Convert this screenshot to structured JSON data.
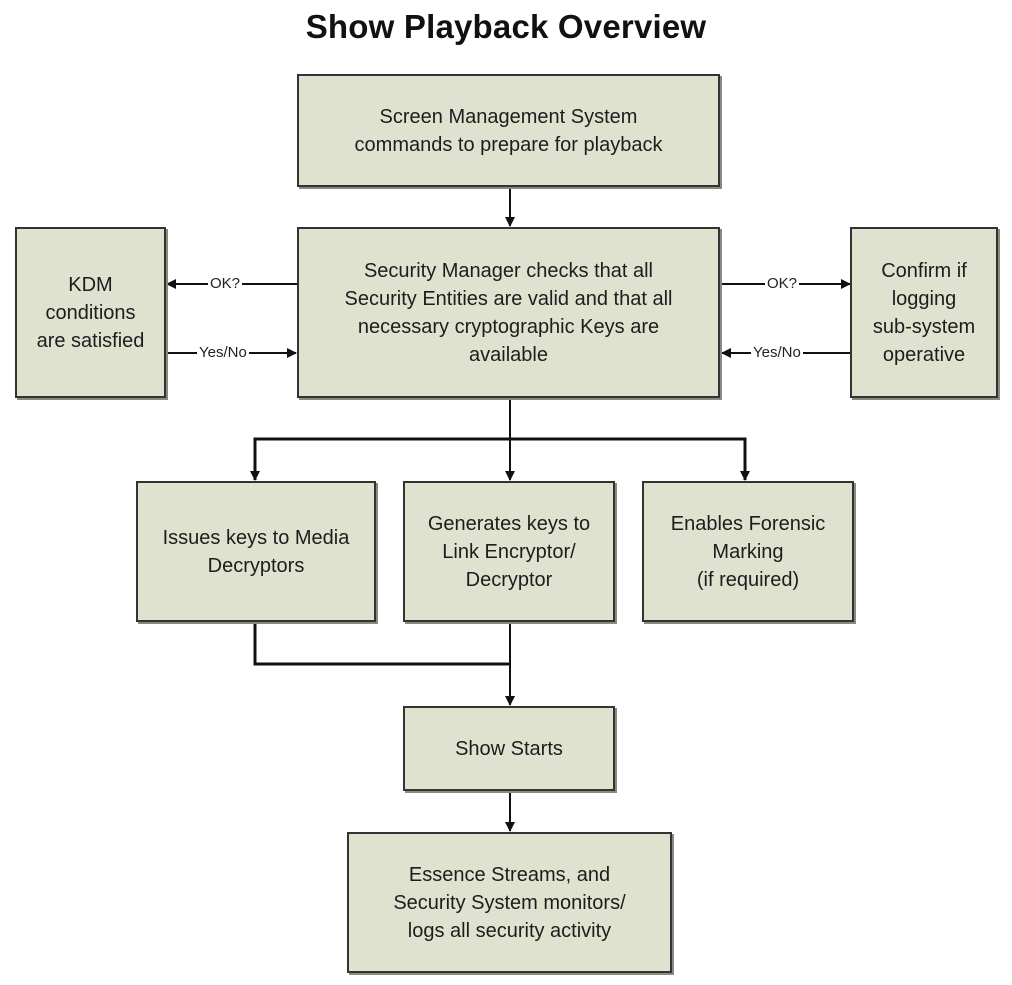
{
  "title": "Show Playback Overview",
  "nodes": {
    "sms": "Screen Management System\ncommands to prepare for playback",
    "security_manager": "Security Manager checks that all\nSecurity Entities are valid and that all\nnecessary cryptographic Keys are\navailable",
    "kdm": "KDM\nconditions\nare satisfied",
    "logging": "Confirm if\nlogging\nsub-system\noperative",
    "media_decryptors": "Issues keys to Media\nDecryptors",
    "link_encryptor": "Generates keys to\nLink Encryptor/\nDecryptor",
    "forensic": "Enables Forensic\nMarking\n(if required)",
    "show_starts": "Show Starts",
    "essence": "Essence Streams, and\nSecurity System monitors/\nlogs all security activity"
  },
  "edge_labels": {
    "to_kdm": "OK?",
    "from_kdm": "Yes/No",
    "to_logging": "OK?",
    "from_logging": "Yes/No"
  }
}
